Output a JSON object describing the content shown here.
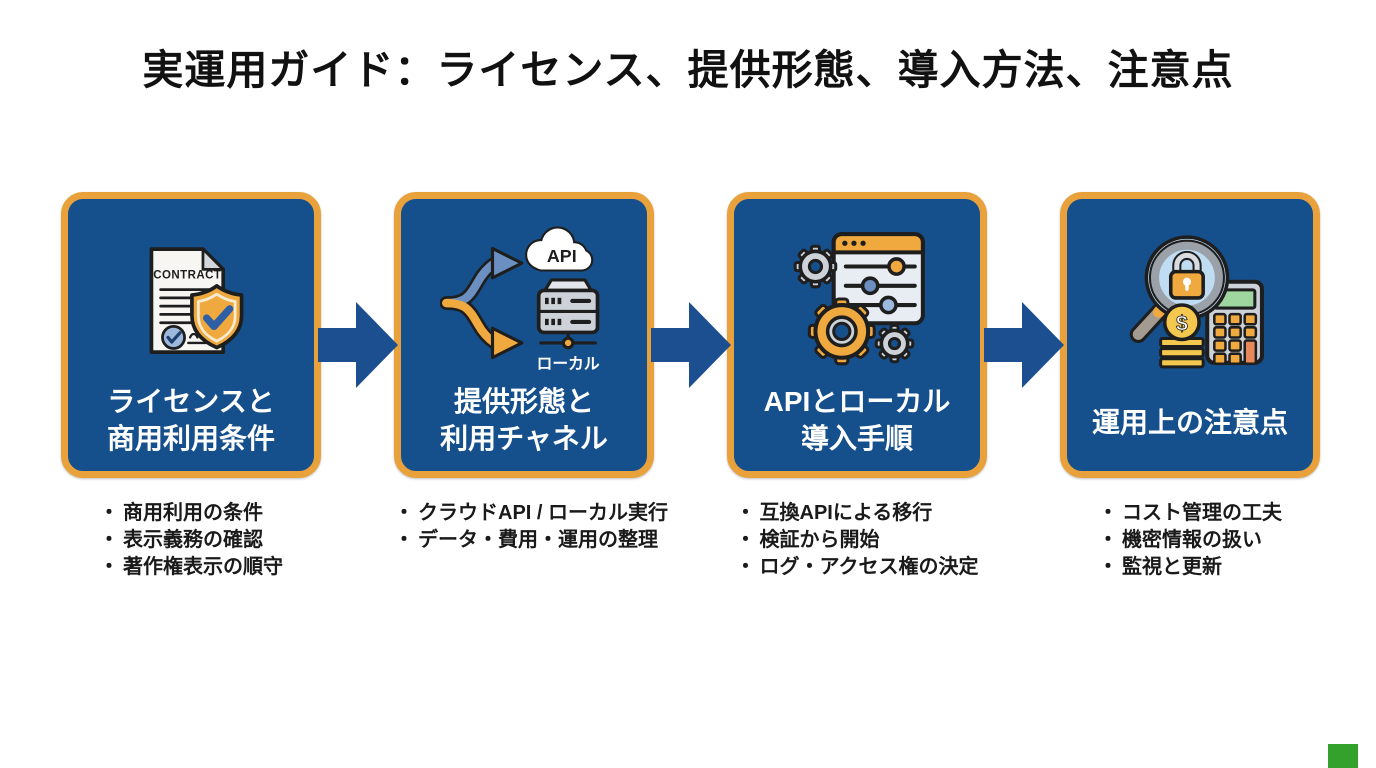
{
  "page": {
    "title": "実運用ガイド：ライセンス、提供形態、導入方法、注意点"
  },
  "colors": {
    "page_bg": "#ffffff",
    "title_text": "#111111",
    "box_fill": "#15508d",
    "box_border": "#e9a13b",
    "arrow": "#1b4f90",
    "box_label_text": "#ffffff",
    "bullet_text": "#1a1a1a",
    "icon_orange": "#f0a93f",
    "icon_blue": "#6b8fc0",
    "icon_gray": "#cdd2d8",
    "corner_marker": "#33a12c"
  },
  "bullet_marker": "・",
  "steps": [
    {
      "icon": "contract-shield-icon",
      "icon_text": "CONTRACT",
      "label_lines": [
        "ライセンスと",
        "商用利用条件"
      ],
      "bullets": [
        "商用利用の条件",
        "表示義務の確認",
        "著作権表示の順守"
      ]
    },
    {
      "icon": "cloud-api-server-icon",
      "icon_text_api": "API",
      "icon_text_local": "ローカル",
      "label_lines": [
        "提供形態と",
        "利用チャネル"
      ],
      "bullets": [
        "クラウドAPI / ローカル実行",
        "データ・費用・運用の整理"
      ]
    },
    {
      "icon": "gears-settings-icon",
      "label_lines": [
        "APIとローカル",
        "導入手順"
      ],
      "bullets": [
        "互換APIによる移行",
        "検証から開始",
        "ログ・アクセス権の決定"
      ]
    },
    {
      "icon": "magnifier-lock-calculator-icon",
      "icon_text_dollar": "$",
      "label_lines": [
        "運用上の注意点"
      ],
      "bullets": [
        "コスト管理の工夫",
        "機密情報の扱い",
        "監視と更新"
      ]
    }
  ]
}
